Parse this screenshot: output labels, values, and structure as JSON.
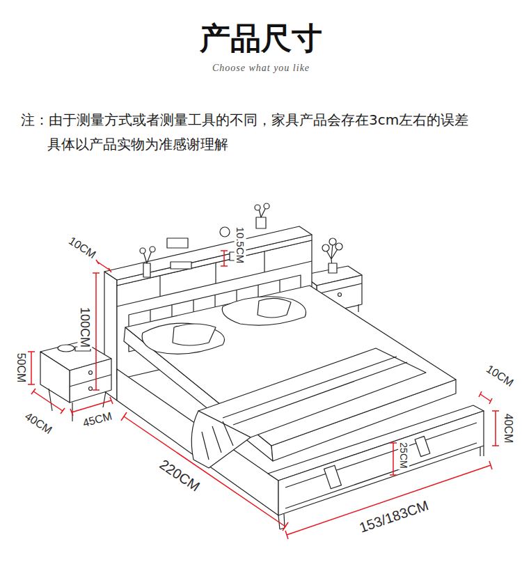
{
  "diagram": {
    "title": "产品尺寸",
    "caption": "Choose what you like",
    "labels": [
      "注：由于测量方式或者测量工具的不同，家具产品会存在3cm左右的误差",
      "具体以产品实物为准感谢理解",
      "10CM",
      "10.5CM",
      "100CM",
      "50CM",
      "40CM",
      "45CM",
      "220CM",
      "153/183CM",
      "10CM",
      "40CM",
      "25CM"
    ]
  }
}
